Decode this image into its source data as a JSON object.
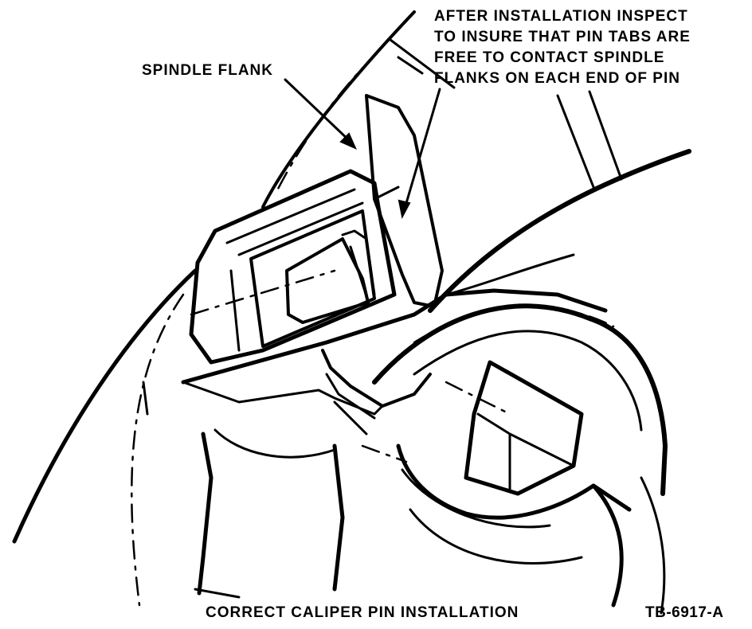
{
  "callouts": {
    "spindle_flank": "SPINDLE FLANK",
    "inspect_lines": [
      "AFTER INSTALLATION INSPECT",
      "TO INSURE THAT PIN TABS ARE",
      "FREE TO CONTACT SPINDLE",
      "FLANKS ON EACH END OF PIN"
    ]
  },
  "caption": "CORRECT CALIPER PIN INSTALLATION",
  "figure_id": "TB-6917-A",
  "colors": {
    "ink": "#000000",
    "paper": "#ffffff"
  }
}
